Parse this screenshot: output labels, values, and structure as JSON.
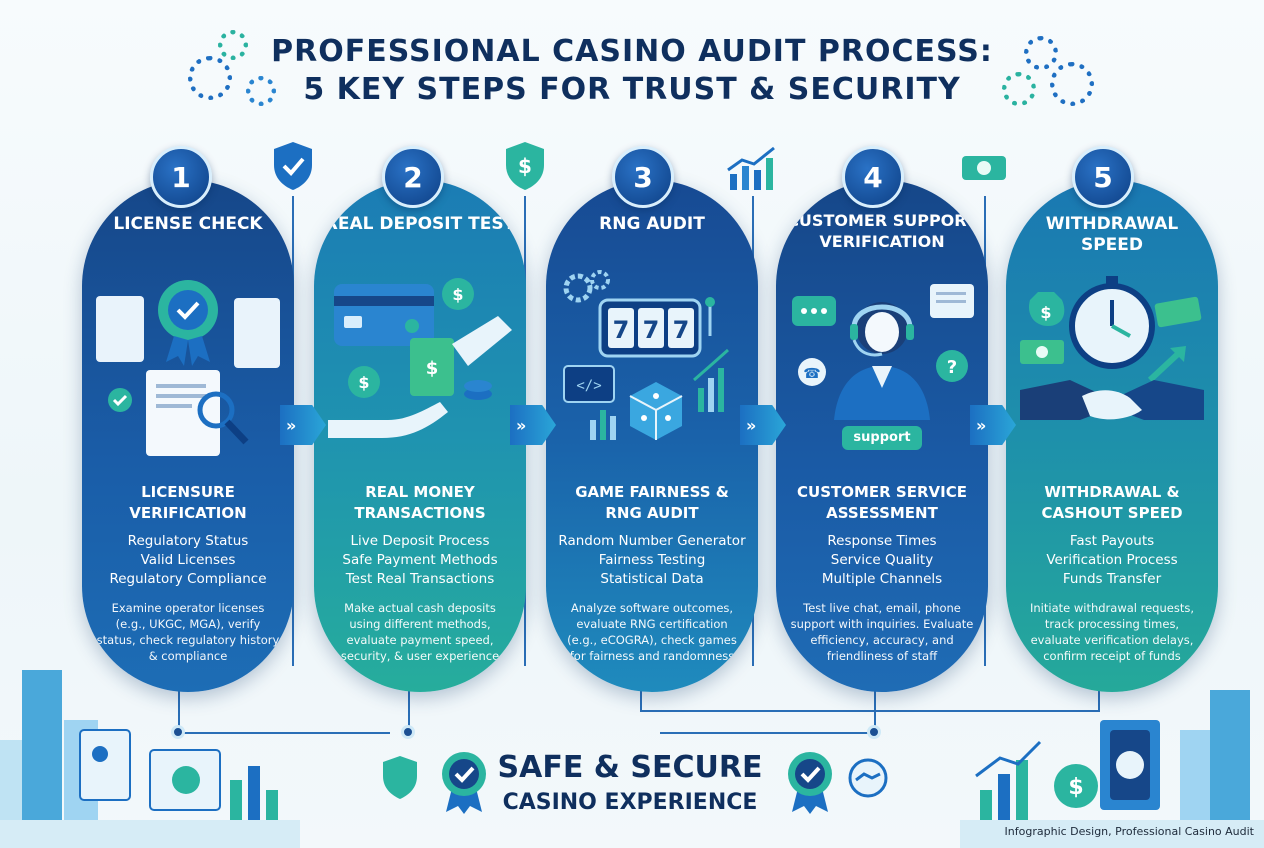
{
  "title": {
    "line1": "PROFESSIONAL CASINO AUDIT PROCESS:",
    "line2": "5 KEY STEPS FOR TRUST & SECURITY"
  },
  "steps": [
    {
      "number": "1",
      "heading": "LICENSE CHECK",
      "subtitle": "LICENSURE VERIFICATION",
      "bullets": [
        "Regulatory Status",
        "Valid Licenses",
        "Regulatory Compliance"
      ],
      "description": "Examine operator licenses (e.g., UKGC, MGA), verify status, check regulatory history & compliance",
      "color_top": "#174a93",
      "color_bottom": "#1f69b3"
    },
    {
      "number": "2",
      "heading": "REAL DEPOSIT TEST",
      "subtitle": "REAL MONEY TRANSACTIONS",
      "bullets": [
        "Live Deposit Process",
        "Safe Payment Methods",
        "Test Real Transactions"
      ],
      "description": "Make actual cash deposits using different methods, evaluate payment speed, security, & user experience",
      "color_top": "#1a7fb5",
      "color_bottom": "#23a89b"
    },
    {
      "number": "3",
      "heading": "RNG AUDIT",
      "subtitle": "GAME FAIRNESS & RNG AUDIT",
      "bullets": [
        "Random Number Generator",
        "Fairness Testing",
        "Statistical Data"
      ],
      "description": "Analyze software outcomes, evaluate RNG certification (e.g., eCOGRA), check games for fairness and randomness",
      "color_top": "#1a5aa8",
      "color_bottom": "#1b8dbd"
    },
    {
      "number": "4",
      "heading": "CUSTOMER SUPPORT VERIFICATION",
      "subtitle": "CUSTOMER SERVICE ASSESSMENT",
      "bullets": [
        "Response Times",
        "Service Quality",
        "Multiple Channels"
      ],
      "description": "Test live chat, email, phone support with inquiries. Evaluate efficiency, accuracy, and friendliness of staff",
      "support_label": "support",
      "color_top": "#174a93",
      "color_bottom": "#1e64ae"
    },
    {
      "number": "5",
      "heading": "WITHDRAWAL SPEED",
      "subtitle": "WITHDRAWAL & CASHOUT SPEED",
      "bullets": [
        "Fast Payouts",
        "Verification Process",
        "Funds Transfer"
      ],
      "description": "Initiate withdrawal requests, track processing times, evaluate verification delays, confirm receipt of funds",
      "color_top": "#1a78b2",
      "color_bottom": "#22a59a"
    }
  ],
  "arrow_glyph": "»",
  "footer_band": {
    "line1": "SAFE & SECURE",
    "line2": "CASINO EXPERIENCE"
  },
  "credit": "Infographic Design, Professional Casino Audit",
  "accent_colors": {
    "navy": "#0f2f5e",
    "blue": "#1c6fc2",
    "teal": "#2bb5a0"
  }
}
